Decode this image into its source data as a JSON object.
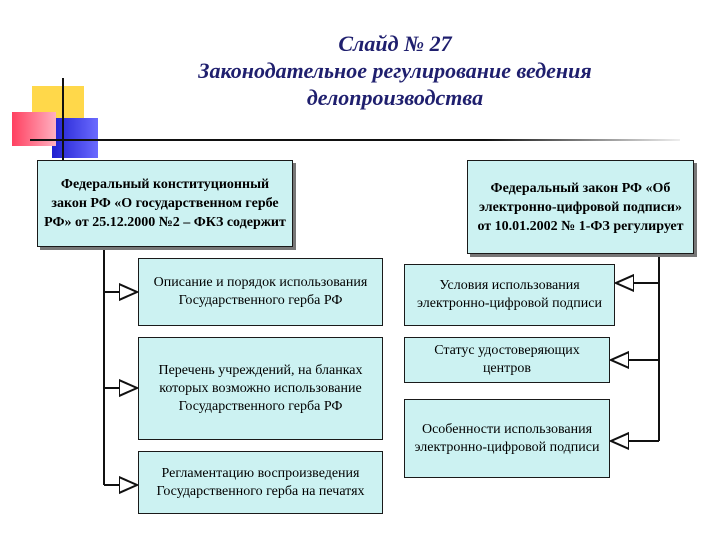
{
  "slide": {
    "title_line1": "Слайд № 27",
    "title_line2": "Законодательное регулирование ведения",
    "title_line3": "делопроизводства"
  },
  "left": {
    "header": "Федеральный конституционный закон РФ «О государственном гербе РФ» от 25.12.2000 №2 – ФКЗ содержит",
    "items": [
      "Описание и порядок использования Государственного герба РФ",
      "Перечень учреждений, на бланках которых возможно использование Государственного герба РФ",
      "Регламентацию воспроизведения Государственного герба на печатях"
    ]
  },
  "right": {
    "header": "Федеральный закон РФ «Об электронно-цифровой подписи» от 10.01.2002 № 1-ФЗ регулирует",
    "items": [
      "Условия использования электронно-цифровой подписи",
      "Статус удостоверяющих центров",
      "Особенности использования электронно-цифровой подписи"
    ]
  },
  "colors": {
    "box_fill": "#ccf2f2",
    "title": "#1f1f6e",
    "deco_yellow": "#ffd84a",
    "deco_red": "#ff5a6e",
    "deco_blue": "#2a2ad8"
  }
}
